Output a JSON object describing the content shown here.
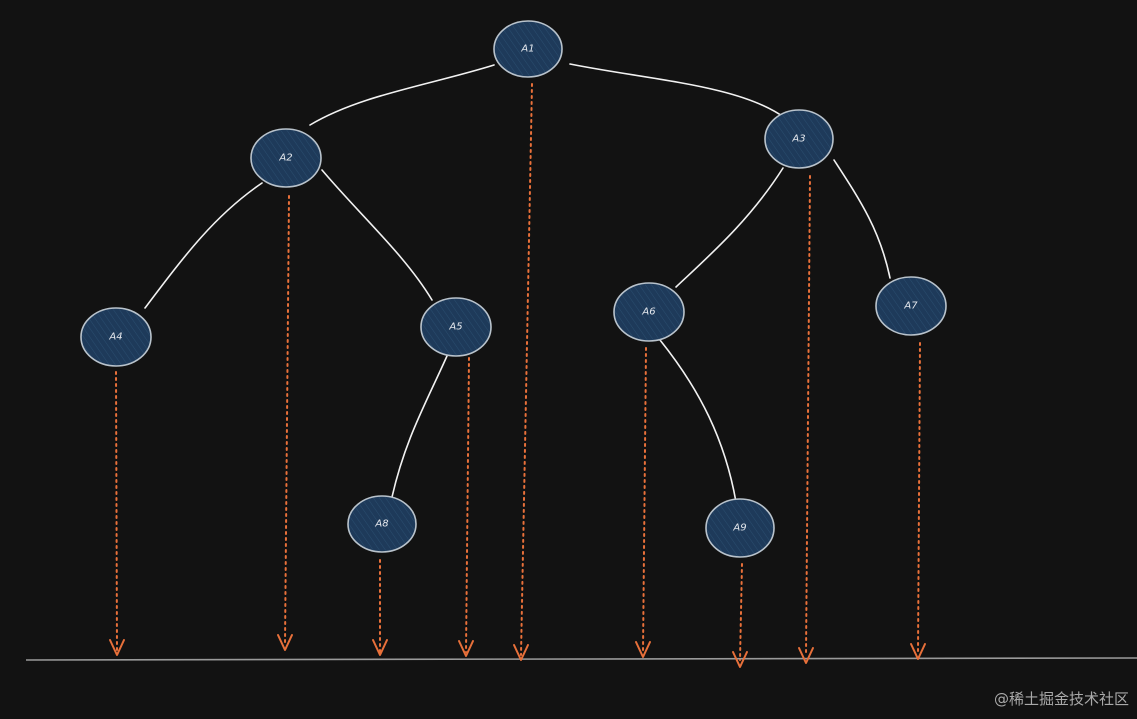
{
  "diagram": {
    "nodes": [
      {
        "id": "A1",
        "label": "A1"
      },
      {
        "id": "A2",
        "label": "A2"
      },
      {
        "id": "A3",
        "label": "A3"
      },
      {
        "id": "A4",
        "label": "A4"
      },
      {
        "id": "A5",
        "label": "A5"
      },
      {
        "id": "A6",
        "label": "A6"
      },
      {
        "id": "A7",
        "label": "A7"
      },
      {
        "id": "A8",
        "label": "A8"
      },
      {
        "id": "A9",
        "label": "A9"
      }
    ],
    "edges": [
      {
        "from": "A1",
        "to": "A2"
      },
      {
        "from": "A1",
        "to": "A3"
      },
      {
        "from": "A2",
        "to": "A4"
      },
      {
        "from": "A2",
        "to": "A5"
      },
      {
        "from": "A3",
        "to": "A6"
      },
      {
        "from": "A3",
        "to": "A7"
      },
      {
        "from": "A5",
        "to": "A8"
      },
      {
        "from": "A6",
        "to": "A9"
      }
    ],
    "projections": [
      "A4",
      "A2",
      "A8",
      "A5",
      "A1",
      "A6",
      "A9",
      "A3",
      "A7"
    ],
    "colors": {
      "background": "#121212",
      "node_fill": "#1e3a5a",
      "node_stroke": "#b9c3cc",
      "edge": "#f2f2f2",
      "projection": "#e8703a",
      "baseline": "#9a9a9a"
    }
  },
  "watermark": "@稀土掘金技术社区"
}
